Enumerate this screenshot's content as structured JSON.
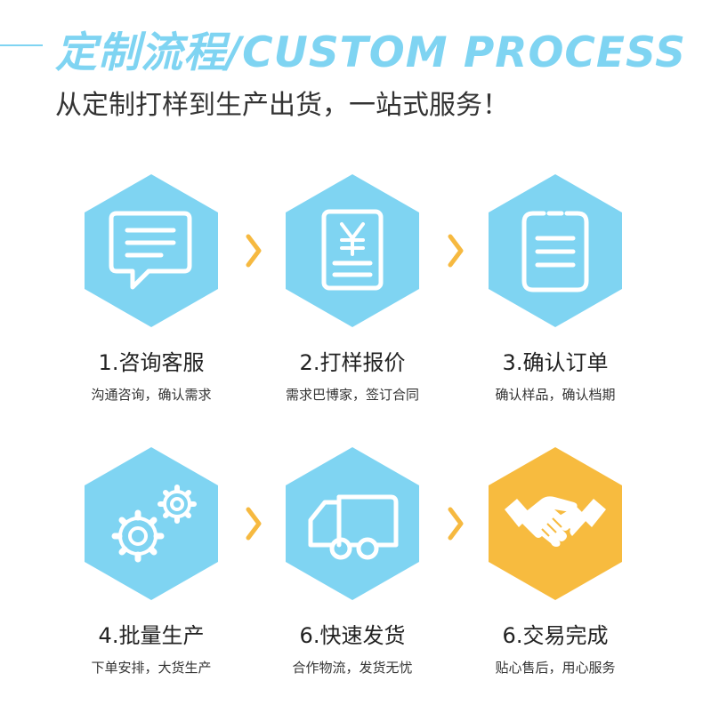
{
  "header": {
    "title": "定制流程/CUSTOM PROCESS",
    "subtitle": "从定制打样到生产出货，一站式服务！"
  },
  "colors": {
    "accent": "#7fd4f2",
    "highlight": "#f7bb3f",
    "chevron": "#f6b940",
    "text": "#333333"
  },
  "steps": [
    {
      "title": "1.咨询客服",
      "desc": "沟通咨询，确认需求",
      "icon": "chat-bubble-icon"
    },
    {
      "title": "2.打样报价",
      "desc": "需求巴博家，签订合同",
      "icon": "yen-document-icon"
    },
    {
      "title": "3.确认订单",
      "desc": "确认样品，确认档期",
      "icon": "clipboard-icon"
    },
    {
      "title": "4.批量生产",
      "desc": "下单安排，大货生产",
      "icon": "gears-icon"
    },
    {
      "title": "6.快速发货",
      "desc": "合作物流，发货无忧",
      "icon": "truck-icon"
    },
    {
      "title": "6.交易完成",
      "desc": "贴心售后，用心服务",
      "icon": "handshake-icon"
    }
  ]
}
